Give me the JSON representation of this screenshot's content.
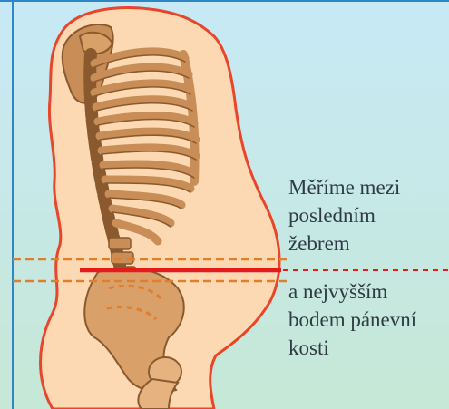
{
  "colors": {
    "sky_top": "#c7e9f6",
    "sky_bottom": "#c6e8d6",
    "frame_blue": "#2f86c4",
    "body_fill": "#fcd9b2",
    "body_outline": "#e8452a",
    "bone_fill": "#c98d57",
    "bone_stroke": "#8a5a2e",
    "rib_line": "#e07e2a",
    "pelvis_line": "#e07e2a",
    "measure_line": "#e31b1b",
    "extension_line": "#e31b1b"
  },
  "caption": {
    "top_lines": [
      "Měříme mezi",
      "posledním",
      "žebrem"
    ],
    "bottom_lines": [
      "a nejvyšším",
      "bodem pánevní",
      "kosti"
    ]
  }
}
